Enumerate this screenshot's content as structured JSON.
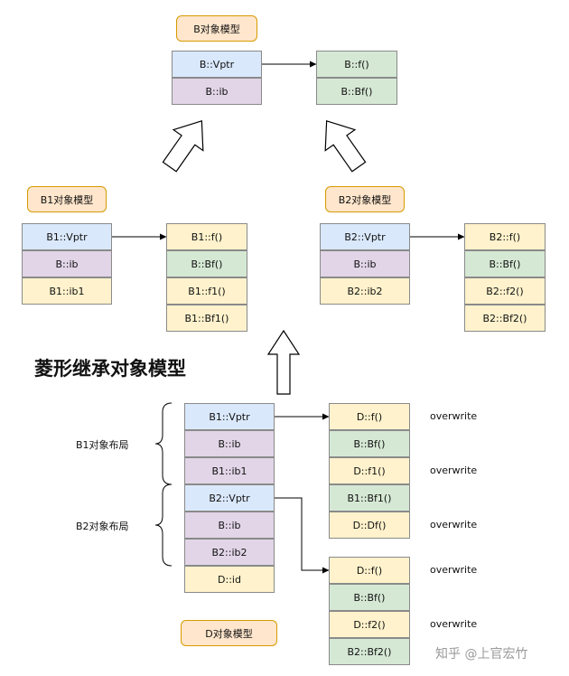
{
  "title": "菱形继承对象模型",
  "watermark": "知乎 @上官宏竹",
  "labels": {
    "b_model": "B对象模型",
    "b1_model": "B1对象模型",
    "b2_model": "B2对象模型",
    "d_model": "D对象模型",
    "b1_layout": "B1对象布局",
    "b2_layout": "B2对象布局"
  },
  "b": {
    "object": [
      "B::Vptr",
      "B::ib"
    ],
    "vtable": [
      "B::f()",
      "B::Bf()"
    ]
  },
  "b1": {
    "object": [
      "B1::Vptr",
      "B::ib",
      "B1::ib1"
    ],
    "vtable": [
      "B1::f()",
      "B::Bf()",
      "B1::f1()",
      "B1::Bf1()"
    ]
  },
  "b2": {
    "object": [
      "B2::Vptr",
      "B::ib",
      "B2::ib2"
    ],
    "vtable": [
      "B2::f()",
      "B::Bf()",
      "B2::f2()",
      "B2::Bf2()"
    ]
  },
  "d": {
    "object": [
      "B1::Vptr",
      "B::ib",
      "B1::ib1",
      "B2::Vptr",
      "B::ib",
      "B2::ib2",
      "D::id"
    ],
    "vtable1": [
      "D::f()",
      "B::Bf()",
      "D::f1()",
      "B1::Bf1()",
      "D::Df()"
    ],
    "vtable2": [
      "D::f()",
      "B::Bf()",
      "D::f2()",
      "B2::Bf2()"
    ],
    "notes": {
      "vt1_f": "overwrite",
      "vt1_f1": "overwrite",
      "vt1_df": "overwrite",
      "vt2_f": "overwrite",
      "vt2_f2": "overwrite"
    }
  },
  "colors": {
    "vptr": "#dae8fc",
    "base_member": "#e1d5e7",
    "derived_member": "#fff2cc",
    "inherited_func": "#d5e8d4",
    "tag_fill": "#ffe6cc",
    "tag_border": "#d79b00"
  },
  "icons": [
    "inheritance-arrow-icon",
    "curly-brace-icon"
  ]
}
